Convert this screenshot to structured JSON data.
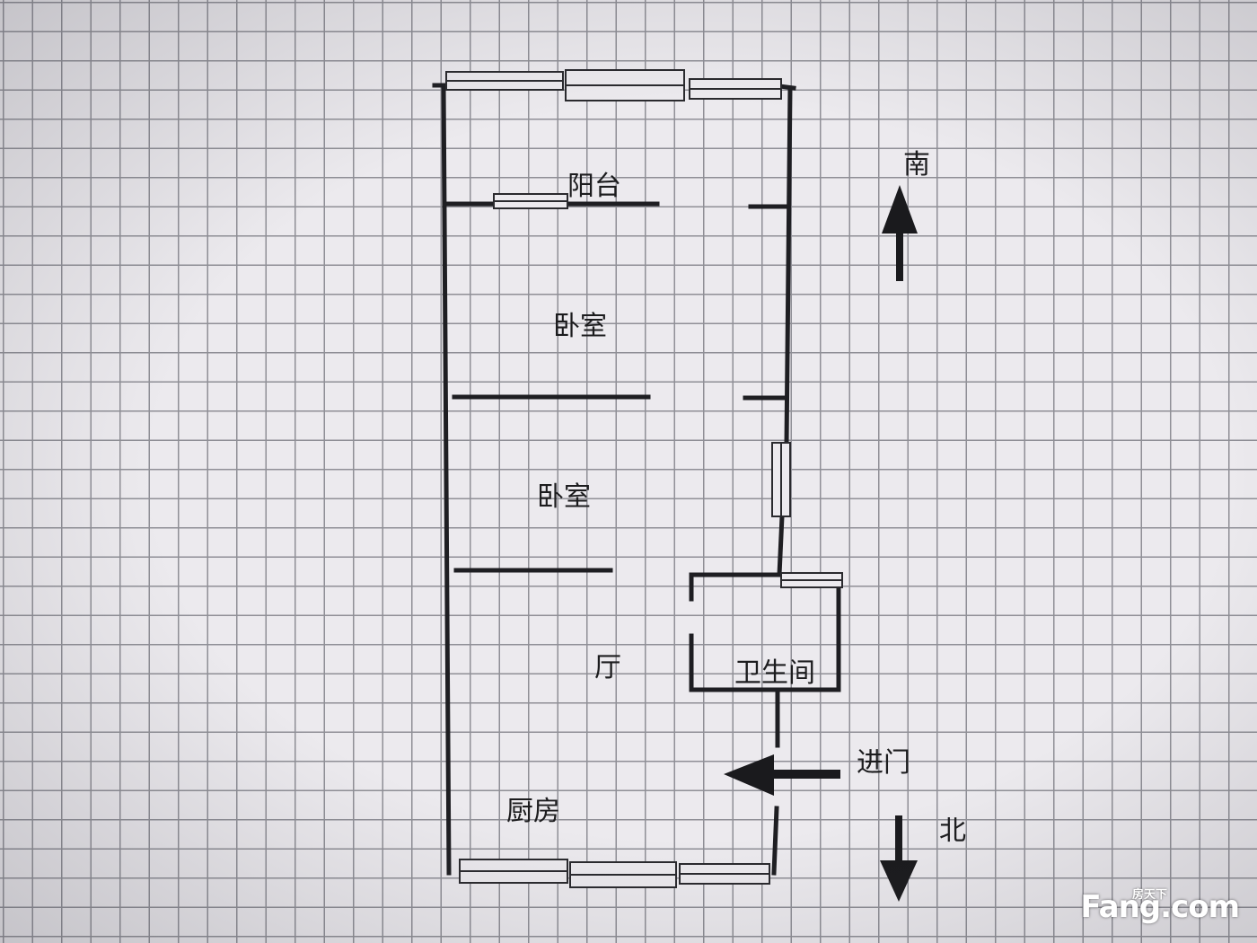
{
  "rooms": {
    "balcony": "阳台",
    "bedroom_1": "卧室",
    "bedroom_2": "卧室",
    "living_room": "厅",
    "bathroom": "卫生间",
    "kitchen": "厨房"
  },
  "directions": {
    "south": "南",
    "north": "北",
    "entrance": "进门"
  },
  "watermark": {
    "small": "房天下",
    "big": "Fang.com"
  },
  "colors": {
    "wall": "#1e1e22",
    "grid": "#8f8f96",
    "background": "#eceaee"
  },
  "icons": {
    "south_arrow": "arrow-up-icon",
    "north_arrow": "arrow-down-icon",
    "entrance_arrow": "arrow-left-icon"
  }
}
